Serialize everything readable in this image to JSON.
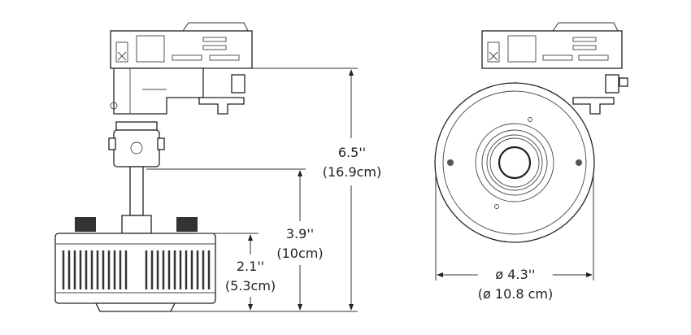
{
  "dimensions": {
    "overall_height": {
      "imperial": "6.5''",
      "metric": "(16.9cm)"
    },
    "stem_height": {
      "imperial": "3.9''",
      "metric": "(10cm)"
    },
    "housing_height": {
      "imperial": "2.1''",
      "metric": "(5.3cm)"
    },
    "diameter": {
      "imperial": "ø 4.3''",
      "metric": "(ø 10.8 cm)"
    }
  }
}
